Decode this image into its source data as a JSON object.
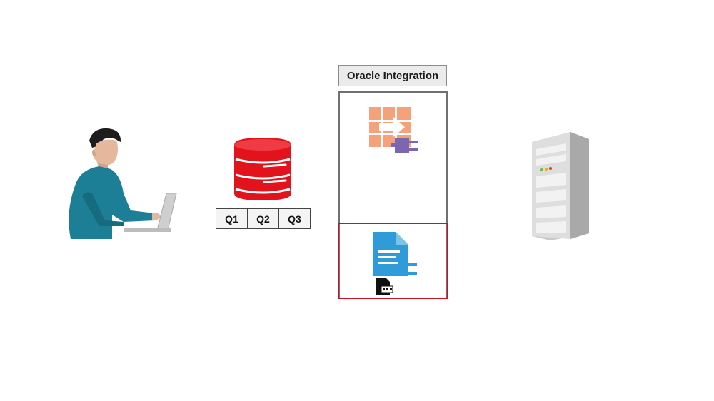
{
  "oracle_integration": {
    "title": "Oracle Integration"
  },
  "queue": {
    "cells": [
      "Q1",
      "Q2",
      "Q3"
    ]
  },
  "icons": {
    "user": "person-with-laptop-icon",
    "database": "oracle-database-icon",
    "integration_adapter": "integration-adapter-icon",
    "file_adapter": "file-adapter-icon",
    "server": "server-tower-icon"
  },
  "colors": {
    "highlight": "#d10f22",
    "database_red": "#e3131d",
    "adapter_orange": "#f5a17a",
    "plug_purple": "#7b67b0",
    "file_blue": "#2f9bd9"
  }
}
